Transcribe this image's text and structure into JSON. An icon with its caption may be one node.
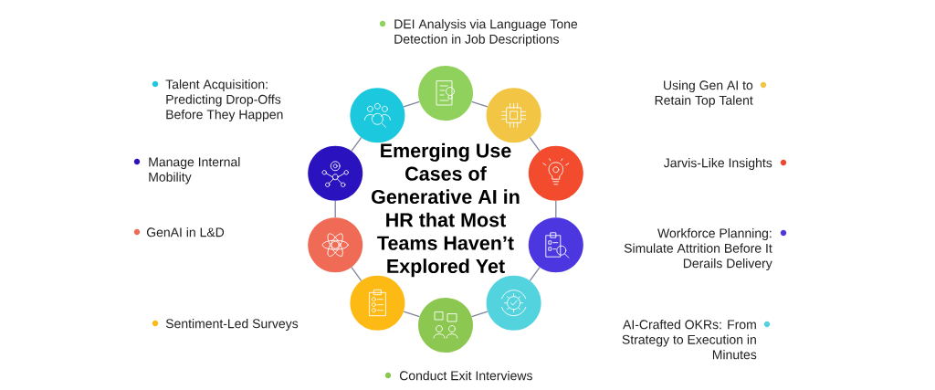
{
  "diagram": {
    "title": "Emerging Use Cases of Generative AI in HR that Most Teams Haven’t Explored Yet",
    "nodes": [
      {
        "text": [],
        "shape": "circle"
      },
      {
        "text": [],
        "shape": "circle"
      },
      {
        "text": [],
        "shape": "circle"
      },
      {
        "text": [],
        "shape": "circle"
      },
      {
        "text": [],
        "shape": "circle"
      },
      {
        "text": [],
        "shape": "circle"
      },
      {
        "text": [],
        "shape": "circle"
      },
      {
        "text": [],
        "shape": "circle"
      },
      {
        "text": [],
        "shape": "circle"
      },
      {
        "text": [],
        "shape": "circle"
      }
    ],
    "edges": [
      {
        "from": 0,
        "to": 1,
        "arrow": "none"
      },
      {
        "from": 1,
        "to": 2,
        "arrow": "none"
      },
      {
        "from": 2,
        "to": 3,
        "arrow": "none"
      },
      {
        "from": 3,
        "to": 4,
        "arrow": "none"
      },
      {
        "from": 4,
        "to": 5,
        "arrow": "none"
      },
      {
        "from": 5,
        "to": 6,
        "arrow": "none"
      },
      {
        "from": 6,
        "to": 7,
        "arrow": "none"
      },
      {
        "from": 7,
        "to": 8,
        "arrow": "none"
      },
      {
        "from": 8,
        "to": 9,
        "arrow": "none"
      },
      {
        "from": 9,
        "to": 0,
        "arrow": "none"
      }
    ],
    "labels": [
      "DEI Analysis via Language Tone Detection in Job Descriptions",
      "Talent Acquisition: Predicting Drop-Offs Before They Happen",
      "Using Gen AI to Retain Top Talent",
      "Manage Internal Mobility",
      "Jarvis-Like Insights",
      "GenAI in L&D",
      "Workforce Planning: Simulate Attrition Before It Derails Delivery",
      "Sentiment-Led Surveys",
      "AI-Crafted OKRs: From Strategy to Execution in Minutes",
      "Conduct Exit Interviews"
    ]
  }
}
